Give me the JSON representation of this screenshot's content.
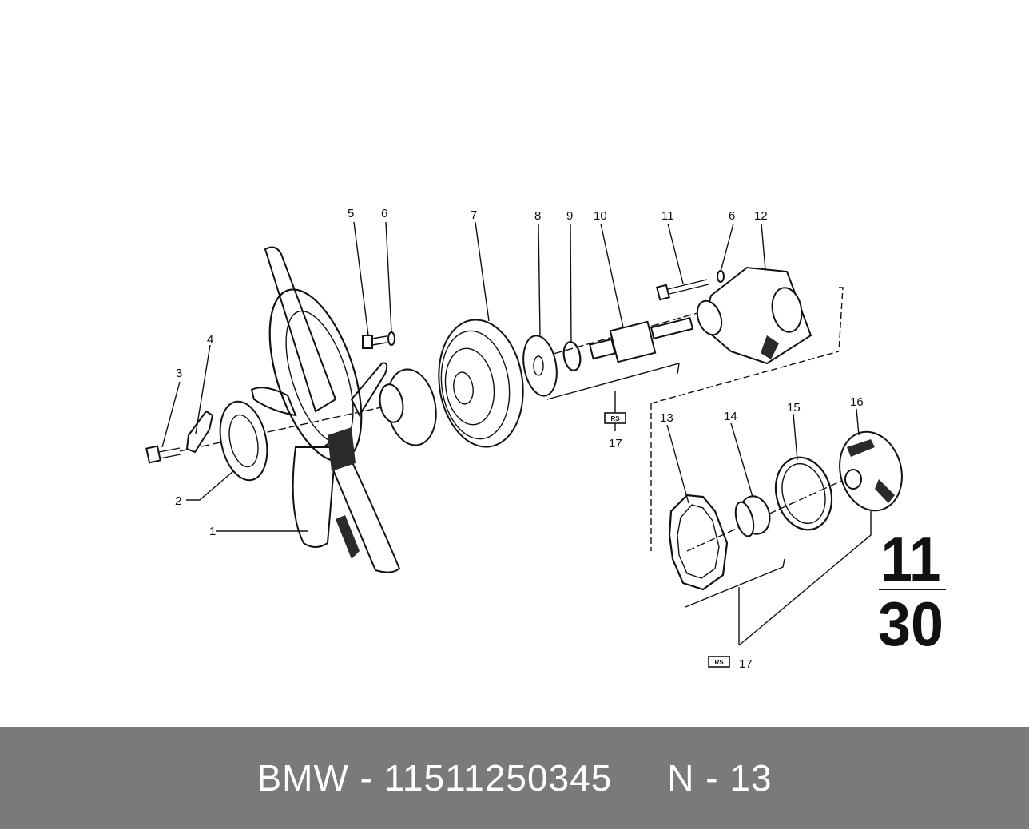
{
  "diagram": {
    "part_labels": [
      "1",
      "2",
      "3",
      "4",
      "5",
      "6",
      "7",
      "8",
      "9",
      "10",
      "11",
      "6",
      "12",
      "13",
      "14",
      "15",
      "16",
      "17",
      "17"
    ],
    "group_code_top": "11",
    "group_code_bottom": "30",
    "rs_tag": "RS"
  },
  "footer": {
    "brand": "BMW",
    "separator": " - ",
    "part_number": "11511250345",
    "position_label": "N - 13"
  }
}
